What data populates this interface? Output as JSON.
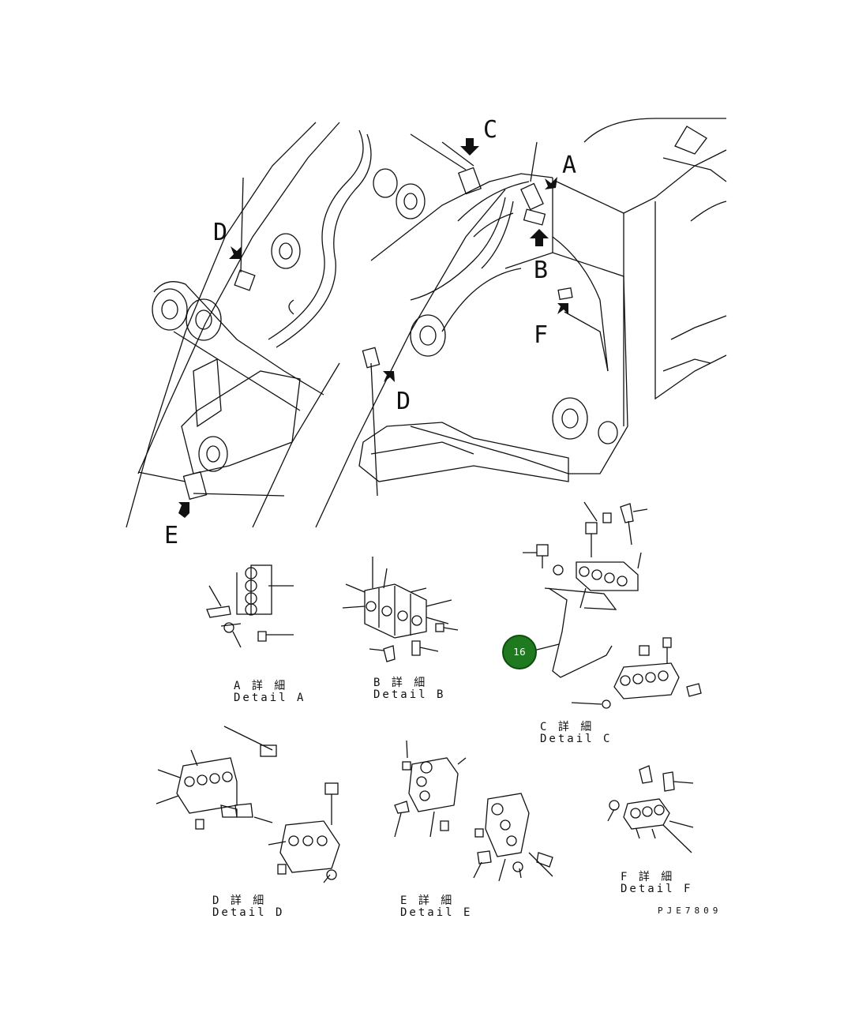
{
  "view_letters": [
    "A",
    "B",
    "C",
    "D",
    "D",
    "E",
    "F"
  ],
  "callout": {
    "number": "16",
    "color": "#1f7a1f"
  },
  "details": [
    {
      "jp": "A 詳 細",
      "en": "Detail A"
    },
    {
      "jp": "B 詳 細",
      "en": "Detail B"
    },
    {
      "jp": "C 詳 細",
      "en": "Detail C"
    },
    {
      "jp": "D 詳 細",
      "en": "Detail D"
    },
    {
      "jp": "E 詳 細",
      "en": "Detail E"
    },
    {
      "jp": "F 詳 細",
      "en": "Detail F"
    }
  ],
  "drawing_ref": "PJE7809"
}
